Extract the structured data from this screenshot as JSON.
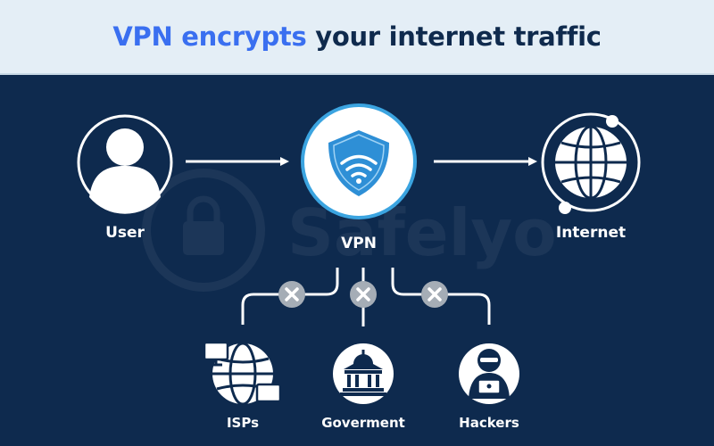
{
  "header": {
    "title_highlight": "VPN encrypts",
    "title_rest": " your internet traffic"
  },
  "watermark": {
    "text": "Safelyo"
  },
  "nodes": {
    "user": {
      "label": "User",
      "icon": "user-icon"
    },
    "vpn": {
      "label": "VPN",
      "icon": "shield-wifi-icon"
    },
    "internet": {
      "label": "Internet",
      "icon": "globe-icon"
    }
  },
  "blocked": [
    {
      "label": "ISPs",
      "icon": "globe-network-icon"
    },
    {
      "label": "Goverment",
      "icon": "government-building-icon"
    },
    {
      "label": "Hackers",
      "icon": "hacker-icon"
    }
  ],
  "colors": {
    "background": "#0e2a4e",
    "header_background": "#e4eef6",
    "accent_blue": "#3a6ff0",
    "title_dark": "#0f2a4d",
    "vpn_ring": "#3ba4e0",
    "shield_blue": "#2e8fd6",
    "blocked_marker": "#a5adb6"
  }
}
